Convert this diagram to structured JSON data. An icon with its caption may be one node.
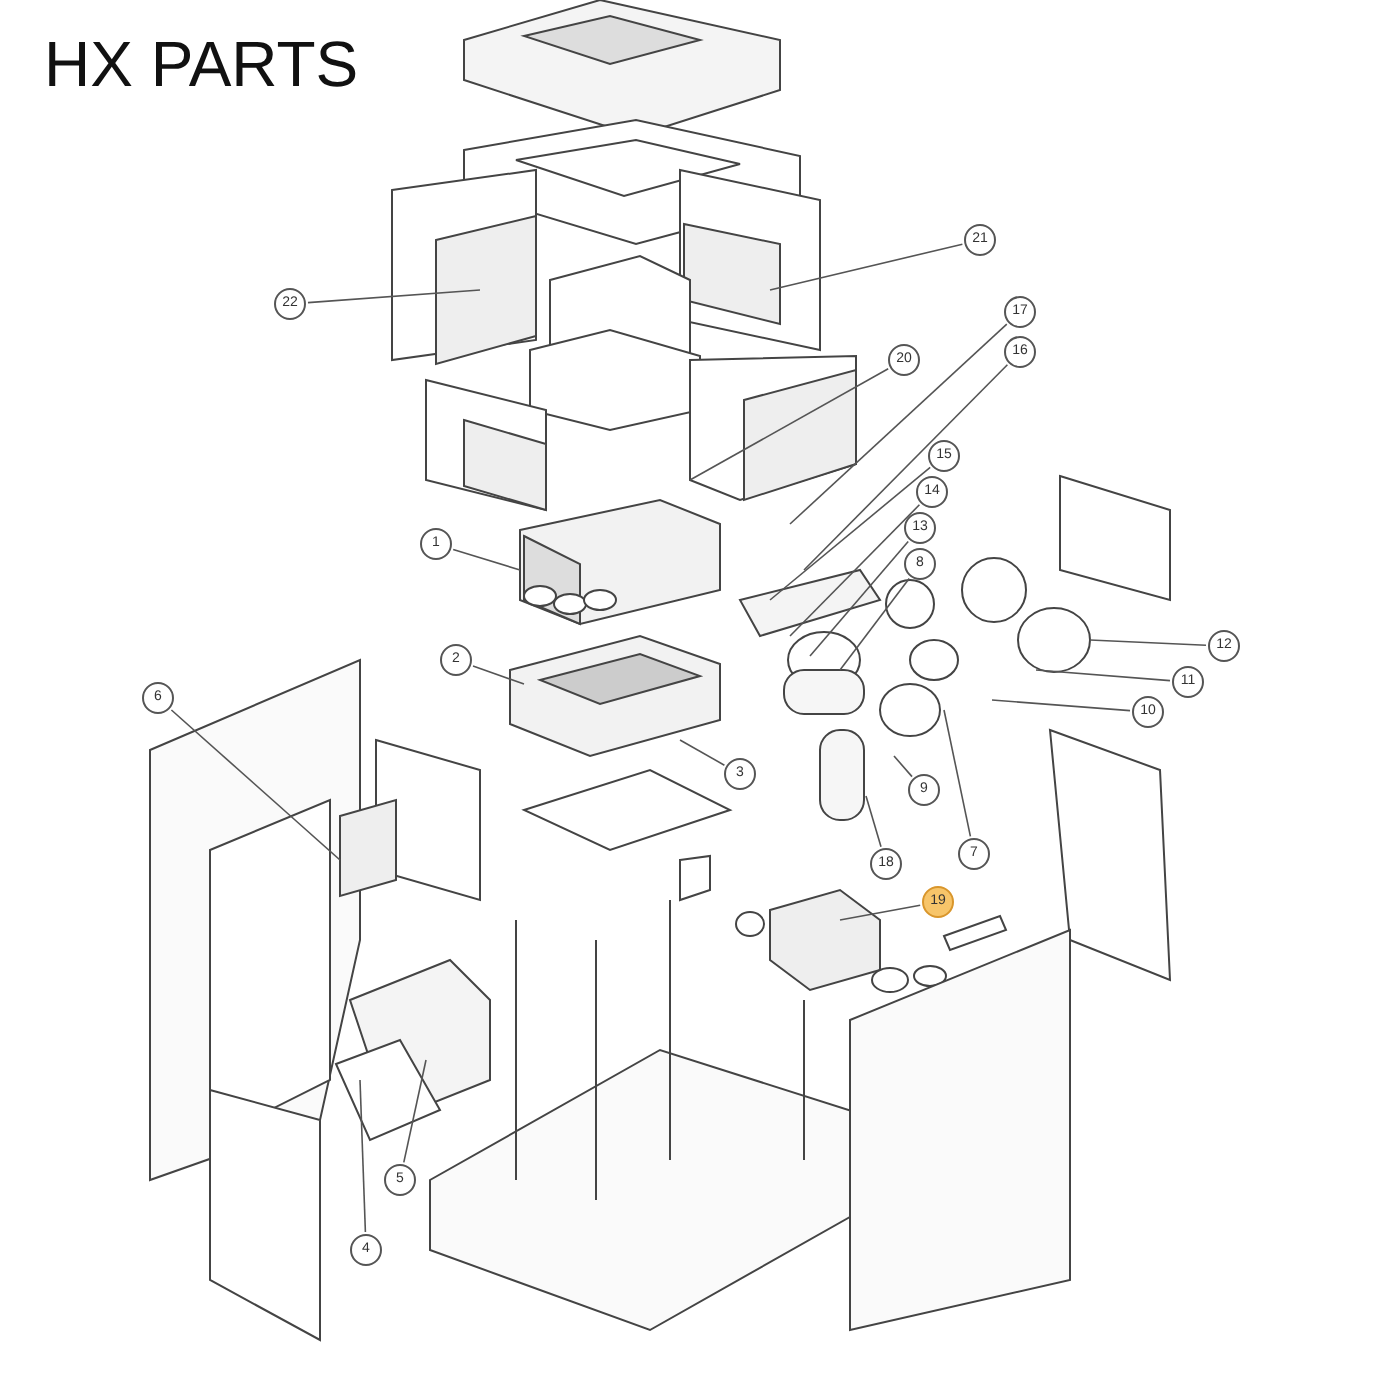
{
  "diagram": {
    "title": "HX PARTS",
    "nodes": [
      {
        "text": [
          "22"
        ]
      },
      {
        "text": [
          "21"
        ]
      },
      {
        "text": [
          "17"
        ]
      },
      {
        "text": [
          "16"
        ]
      },
      {
        "text": [
          "20"
        ]
      },
      {
        "text": [
          "15"
        ]
      },
      {
        "text": [
          "14"
        ]
      },
      {
        "text": [
          "13"
        ]
      },
      {
        "text": [
          "8"
        ]
      },
      {
        "text": [
          "1"
        ]
      },
      {
        "text": [
          "12"
        ]
      },
      {
        "text": [
          "2"
        ]
      },
      {
        "text": [
          "11"
        ]
      },
      {
        "text": [
          "10"
        ]
      },
      {
        "text": [
          "6"
        ]
      },
      {
        "text": [
          "3"
        ]
      },
      {
        "text": [
          "9"
        ]
      },
      {
        "text": [
          "7"
        ]
      },
      {
        "text": [
          "18"
        ]
      },
      {
        "text": [
          "19"
        ]
      },
      {
        "text": [
          "5"
        ]
      },
      {
        "text": [
          "4"
        ]
      }
    ],
    "edges": [
      {
        "from": 0,
        "to": null,
        "arrow": "none"
      },
      {
        "from": 1,
        "to": null,
        "arrow": "none"
      },
      {
        "from": 2,
        "to": null,
        "arrow": "none"
      },
      {
        "from": 3,
        "to": null,
        "arrow": "none"
      },
      {
        "from": 4,
        "to": null,
        "arrow": "none"
      },
      {
        "from": 5,
        "to": null,
        "arrow": "none"
      },
      {
        "from": 6,
        "to": null,
        "arrow": "none"
      },
      {
        "from": 7,
        "to": null,
        "arrow": "none"
      },
      {
        "from": 8,
        "to": null,
        "arrow": "none"
      },
      {
        "from": 9,
        "to": null,
        "arrow": "none"
      },
      {
        "from": 10,
        "to": null,
        "arrow": "none"
      },
      {
        "from": 11,
        "to": null,
        "arrow": "none"
      },
      {
        "from": 12,
        "to": null,
        "arrow": "none"
      },
      {
        "from": 13,
        "to": null,
        "arrow": "none"
      },
      {
        "from": 14,
        "to": null,
        "arrow": "none"
      },
      {
        "from": 15,
        "to": null,
        "arrow": "none"
      },
      {
        "from": 16,
        "to": null,
        "arrow": "none"
      },
      {
        "from": 17,
        "to": null,
        "arrow": "none"
      },
      {
        "from": 18,
        "to": null,
        "arrow": "none"
      },
      {
        "from": 19,
        "to": null,
        "arrow": "none"
      },
      {
        "from": 20,
        "to": null,
        "arrow": "none"
      },
      {
        "from": 21,
        "to": null,
        "arrow": "none"
      }
    ]
  }
}
